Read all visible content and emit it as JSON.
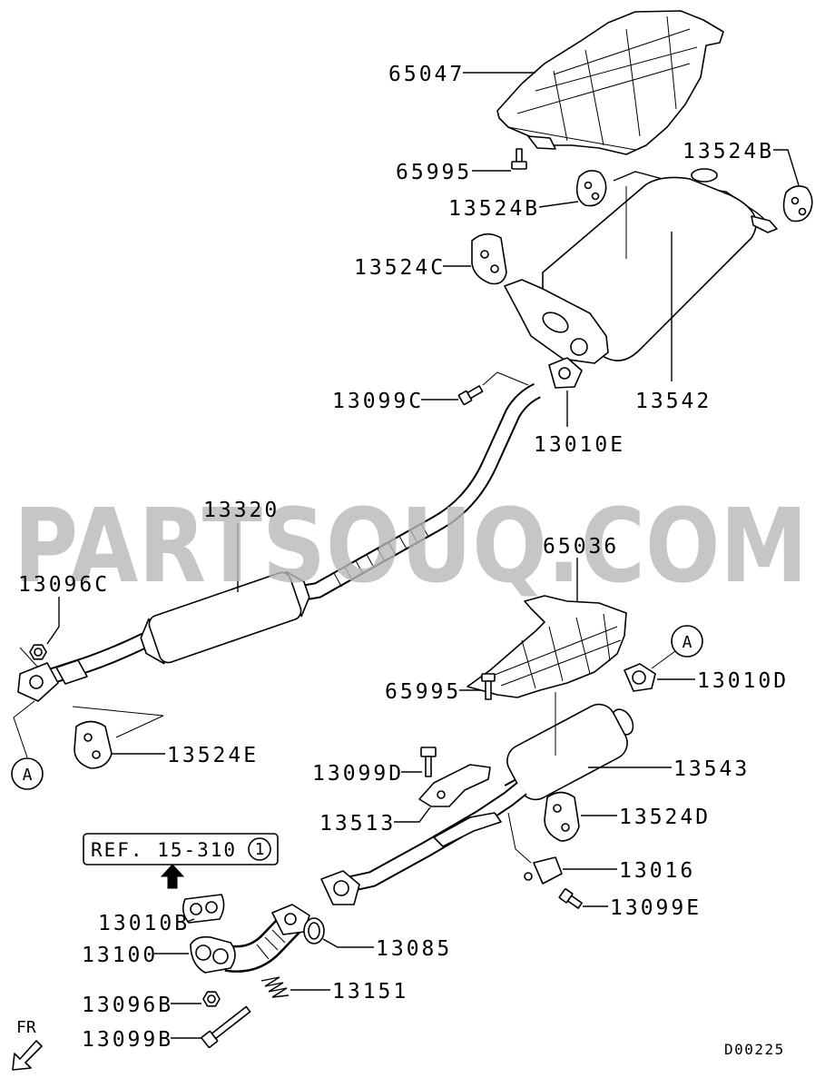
{
  "callouts": {
    "p65047": "65047",
    "p65995_top": "65995",
    "p13524B_left": "13524B",
    "p13524B_right": "13524B",
    "p13524C": "13524C",
    "p13099C": "13099C",
    "p13010E": "13010E",
    "p13542": "13542",
    "p13320": "13320",
    "p13096C": "13096C",
    "p65036": "65036",
    "p13010D": "13010D",
    "p65995_low": "65995",
    "p13524E": "13524E",
    "p13099D": "13099D",
    "p13543": "13543",
    "p13513": "13513",
    "p13524D": "13524D",
    "p13016": "13016",
    "p13099E": "13099E",
    "p13010B": "13010B",
    "p13100": "13100",
    "p13085": "13085",
    "p13096B": "13096B",
    "p13151": "13151",
    "p13099B": "13099B"
  },
  "connectors": {
    "top": "A",
    "left": "A"
  },
  "reference": {
    "text": "REF. 15-310",
    "circled": "1"
  },
  "direction": "FR",
  "diagram_code": "D00225",
  "watermark": "PARTSOUQ.COM"
}
